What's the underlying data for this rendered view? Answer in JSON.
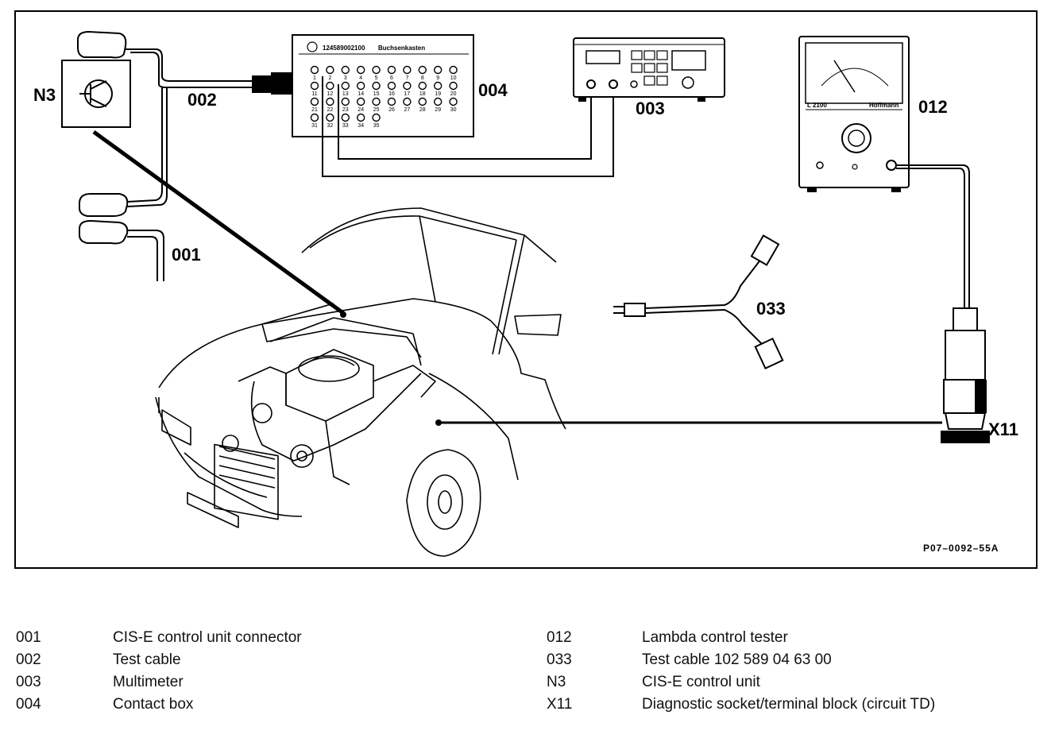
{
  "callouts": {
    "n3": "N3",
    "c002": "002",
    "c004": "004",
    "c003": "003",
    "c012": "012",
    "c001": "001",
    "c033": "033",
    "x11": "X11"
  },
  "contact_box": {
    "part_number": "124589002100",
    "title": "Buchsenkasten",
    "sockets_row1": [
      "1",
      "2",
      "3",
      "4",
      "5",
      "6",
      "7",
      "8",
      "9",
      "10"
    ],
    "sockets_row2": [
      "11",
      "12",
      "13",
      "14",
      "15",
      "16",
      "17",
      "18",
      "19",
      "20"
    ],
    "sockets_row3": [
      "21",
      "22",
      "23",
      "24",
      "25",
      "26",
      "27",
      "28",
      "29",
      "30"
    ],
    "sockets_row4": [
      "31",
      "32",
      "33",
      "34",
      "35"
    ]
  },
  "tester": {
    "label": "L 2100",
    "brand": "Hoffmann"
  },
  "figure_ref": "P07–0092–55A",
  "legend": {
    "left": [
      {
        "code": "001",
        "text": "CIS-E control unit connector"
      },
      {
        "code": "002",
        "text": "Test cable"
      },
      {
        "code": "003",
        "text": "Multimeter"
      },
      {
        "code": "004",
        "text": "Contact box"
      }
    ],
    "right": [
      {
        "code": "012",
        "text": "Lambda control tester"
      },
      {
        "code": "033",
        "text": "Test cable 102 589 04 63 00"
      },
      {
        "code": "N3",
        "text": "CIS-E control unit"
      },
      {
        "code": "X11",
        "text": "Diagnostic socket/terminal block (circuit TD)"
      }
    ]
  }
}
